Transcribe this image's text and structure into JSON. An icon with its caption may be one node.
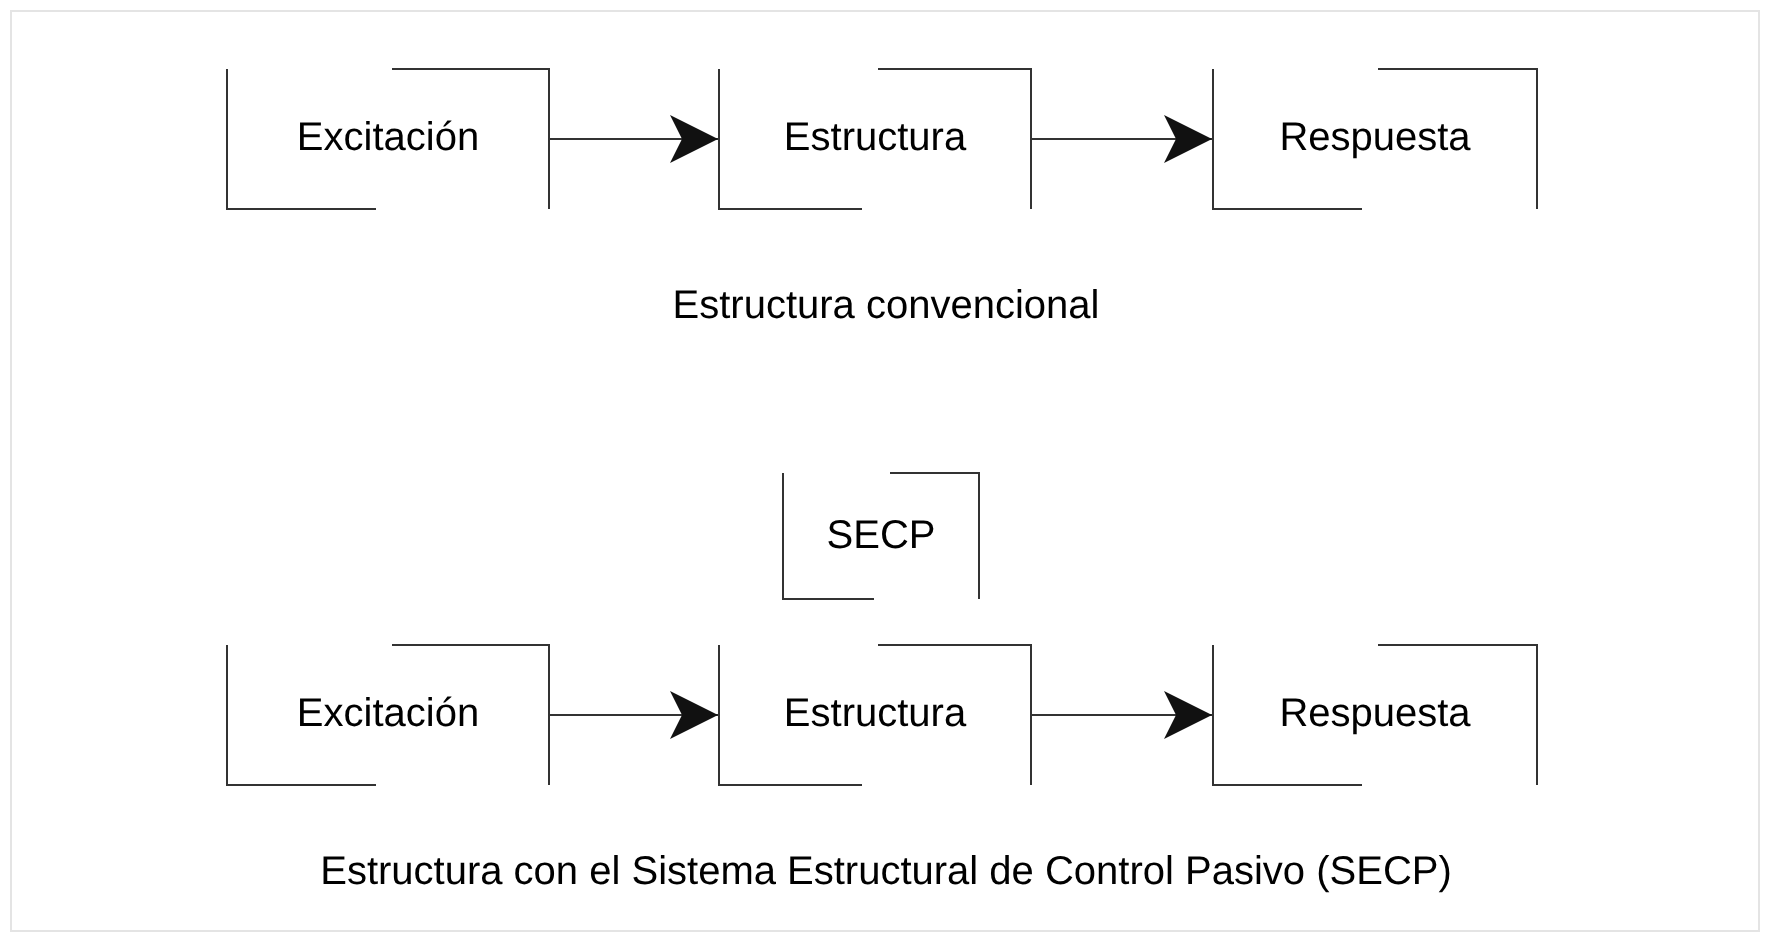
{
  "diagram": {
    "nodes": [
      {
        "text": [
          "Excitación"
        ]
      },
      {
        "text": [
          "Estructura"
        ]
      },
      {
        "text": [
          "Respuesta"
        ]
      },
      {
        "text": [
          "SECP"
        ]
      },
      {
        "text": [
          "Excitación"
        ]
      },
      {
        "text": [
          "Estructura"
        ]
      },
      {
        "text": [
          "Respuesta"
        ]
      }
    ],
    "edges": [
      {
        "from": 0,
        "to": 1,
        "arrow": "to"
      },
      {
        "from": 1,
        "to": 2,
        "arrow": "to"
      },
      {
        "from": 4,
        "to": 5,
        "arrow": "to"
      },
      {
        "from": 5,
        "to": 6,
        "arrow": "to"
      }
    ],
    "labels": [
      "Estructura convencional",
      "Estructura con el Sistema Estructural de Control Pasivo (SECP)"
    ]
  }
}
